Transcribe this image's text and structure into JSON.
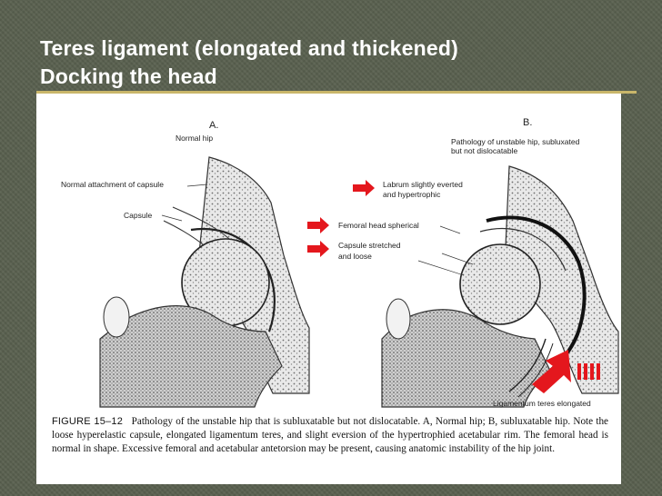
{
  "title": {
    "line1": "Teres ligament (elongated and thickened)",
    "line2": "Docking the head"
  },
  "figure": {
    "panel_a": {
      "letter": "A.",
      "subtitle": "Normal hip",
      "label_attachment": "Normal attachment of capsule",
      "label_capsule": "Capsule"
    },
    "panel_b": {
      "letter": "B.",
      "subtitle_line1": "Pathology of unstable hip, subluxated",
      "subtitle_line2": "but not dislocatable",
      "label_labrum_line1": "Labrum slightly everted",
      "label_labrum_line2": "and hypertrophic",
      "label_femoral_head": "Femoral head spherical",
      "label_capsule_line1": "Capsule stretched",
      "label_capsule_line2": "and loose",
      "label_ligamentum": "Ligamentum teres elongated"
    },
    "caption": {
      "figure_label": "FIGURE 15–12",
      "text": "Pathology of the unstable hip that is subluxatable but not dislocatable. A, Normal hip; B, subluxatable hip. Note the loose hyperelastic capsule, elongated ligamentum teres, and slight eversion of the hypertrophied acetabular rim. The femoral head is normal in shape. Excessive femoral and acetabular antetorsion may be present, causing anatomic instability of the hip joint."
    }
  },
  "colors": {
    "background": "#59604f",
    "title_text": "#ffffff",
    "title_rule": "#c9b66a",
    "arrow_red": "#e4171d"
  },
  "icons": [
    "red-arrow-icon",
    "large-red-arrow-icon"
  ]
}
